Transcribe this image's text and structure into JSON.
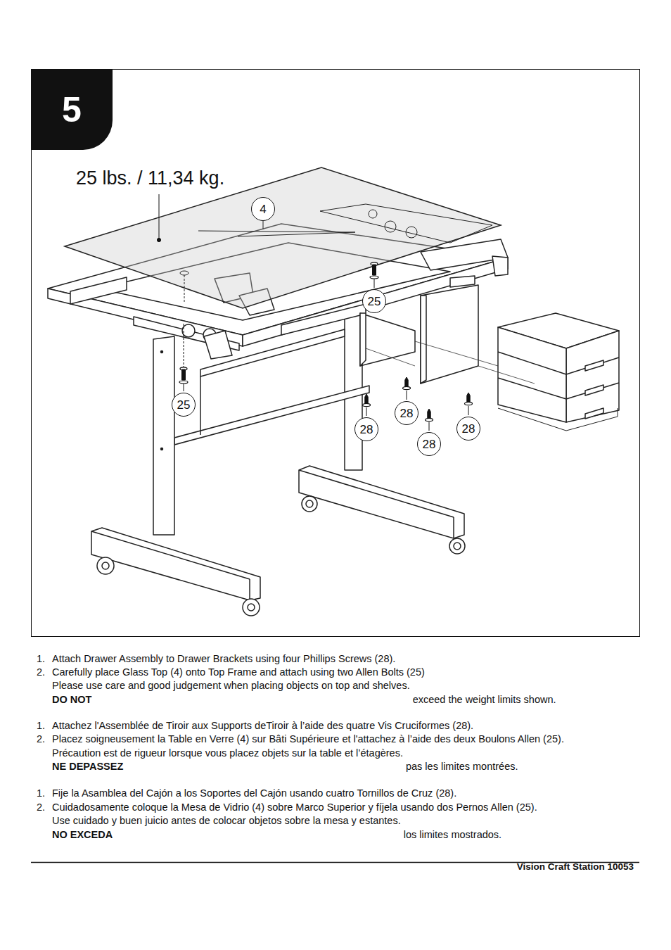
{
  "diagram": {
    "nodes": [
      {
        "text": [
          "5"
        ]
      },
      {
        "text": [
          "4"
        ]
      },
      {
        "text": [
          "25"
        ]
      },
      {
        "text": [
          "25"
        ]
      },
      {
        "text": [
          "28"
        ]
      },
      {
        "text": [
          "28"
        ]
      },
      {
        "text": [
          "28"
        ]
      },
      {
        "text": [
          "28"
        ]
      }
    ],
    "labels": [
      "25 lbs. / 11,34 kg.",
      "1.",
      "Attach Drawer Assembly to Drawer Brackets using four Phillips Screws (28).",
      "2.",
      "Carefully place Glass Top (4) onto Top Frame and attach using two Allen Bolts (25)",
      "Please use care and good judgement when placing objects on top and shelves.",
      "DO NOT",
      "exceed the weight limits shown.",
      "1.",
      "Attachez l'Assemblée de Tiroir aux Supports deTiroir à l’aide des quatre Vis Cruciformes (28).",
      "2.",
      "Placez soigneusement la Table en Verre (4) sur Bâti Supérieure et l'attachez à l’aide des deux Boulons Allen (25).",
      "Précaution est de rigueur lorsque vous placez objets sur la table et l’étagères.",
      "NE DEPASSEZ",
      "pas les limites montrées.",
      "1.",
      "Fije la Asamblea del Cajón a los Soportes del Cajón usando cuatro Tornillos de Cruz (28).",
      "2.",
      "Cuidadosamente coloque la Mesa de Vidrio (4) sobre Marco Superior y fíjela usando dos Pernos Allen (25).",
      "Use cuidado y buen juicio antes de colocar objetos sobre la mesa y estantes.",
      "NO EXCEDA",
      "los limites mostrados.",
      "Vision Craft Station 10053"
    ]
  }
}
